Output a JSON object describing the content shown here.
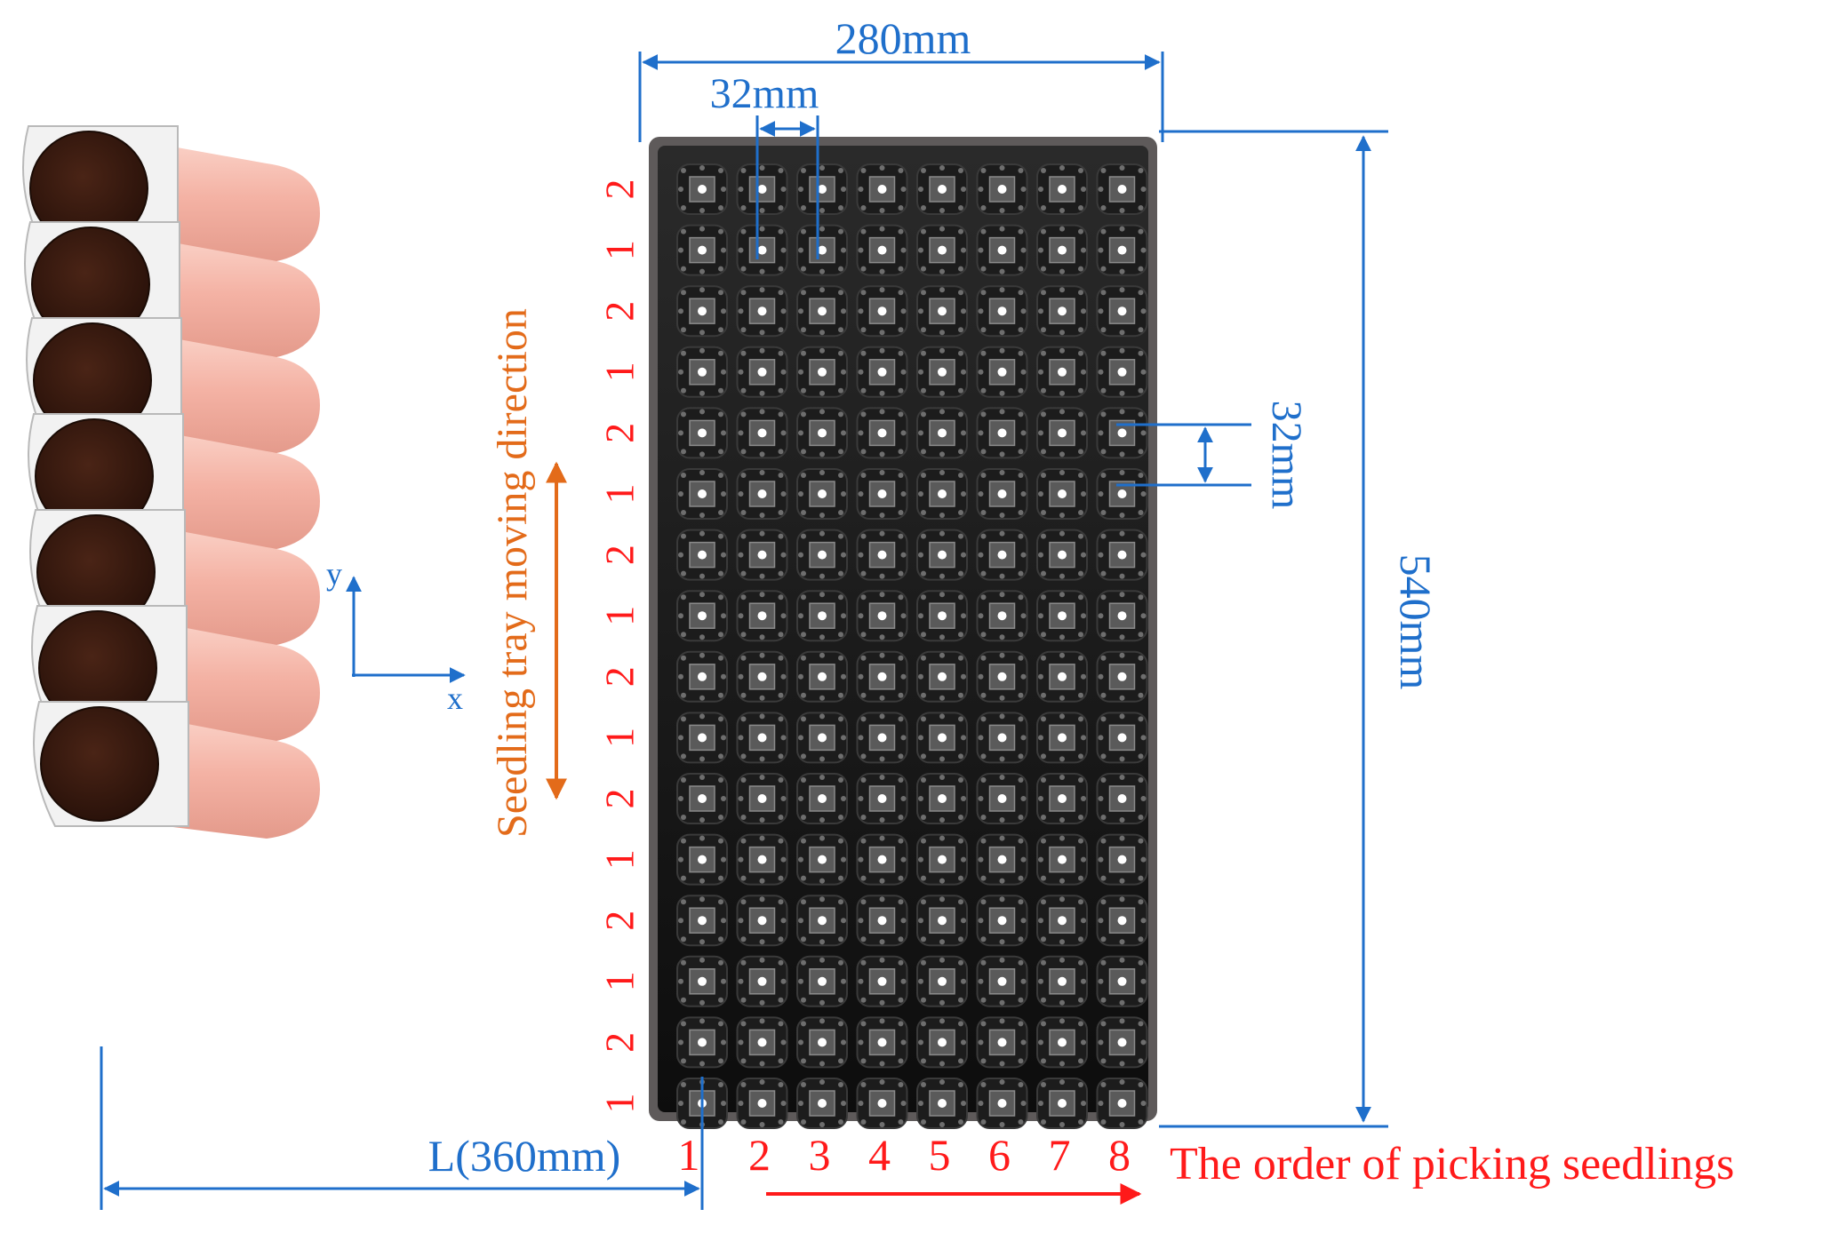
{
  "dimensions": {
    "tray_width": "280mm",
    "tray_length": "540mm",
    "cell_pitch_x": "32mm",
    "cell_pitch_y": "32mm",
    "distance_L": "L(360mm)"
  },
  "axes": {
    "y_label": "y",
    "x_label": "x"
  },
  "moving_direction_label": "Seedling tray moving direction",
  "picking_order_label": "The order of picking seedlings",
  "column_order": [
    "1",
    "2",
    "3",
    "4",
    "5",
    "6",
    "7",
    "8"
  ],
  "row_order": [
    "2",
    "1",
    "2",
    "1",
    "2",
    "1",
    "2",
    "1",
    "2",
    "1",
    "2",
    "1",
    "2",
    "1",
    "2",
    "1"
  ],
  "tray": {
    "columns": 8,
    "rows": 16
  },
  "grippers": {
    "count": 7
  },
  "colors": {
    "dimension_blue": "#1f6fcb",
    "order_red": "#ff1a1a",
    "direction_orange": "#e36b1a",
    "tray_dark": "#141414",
    "soil_brown": "#3a1c10",
    "pot_pink": "#f2b3a6"
  }
}
